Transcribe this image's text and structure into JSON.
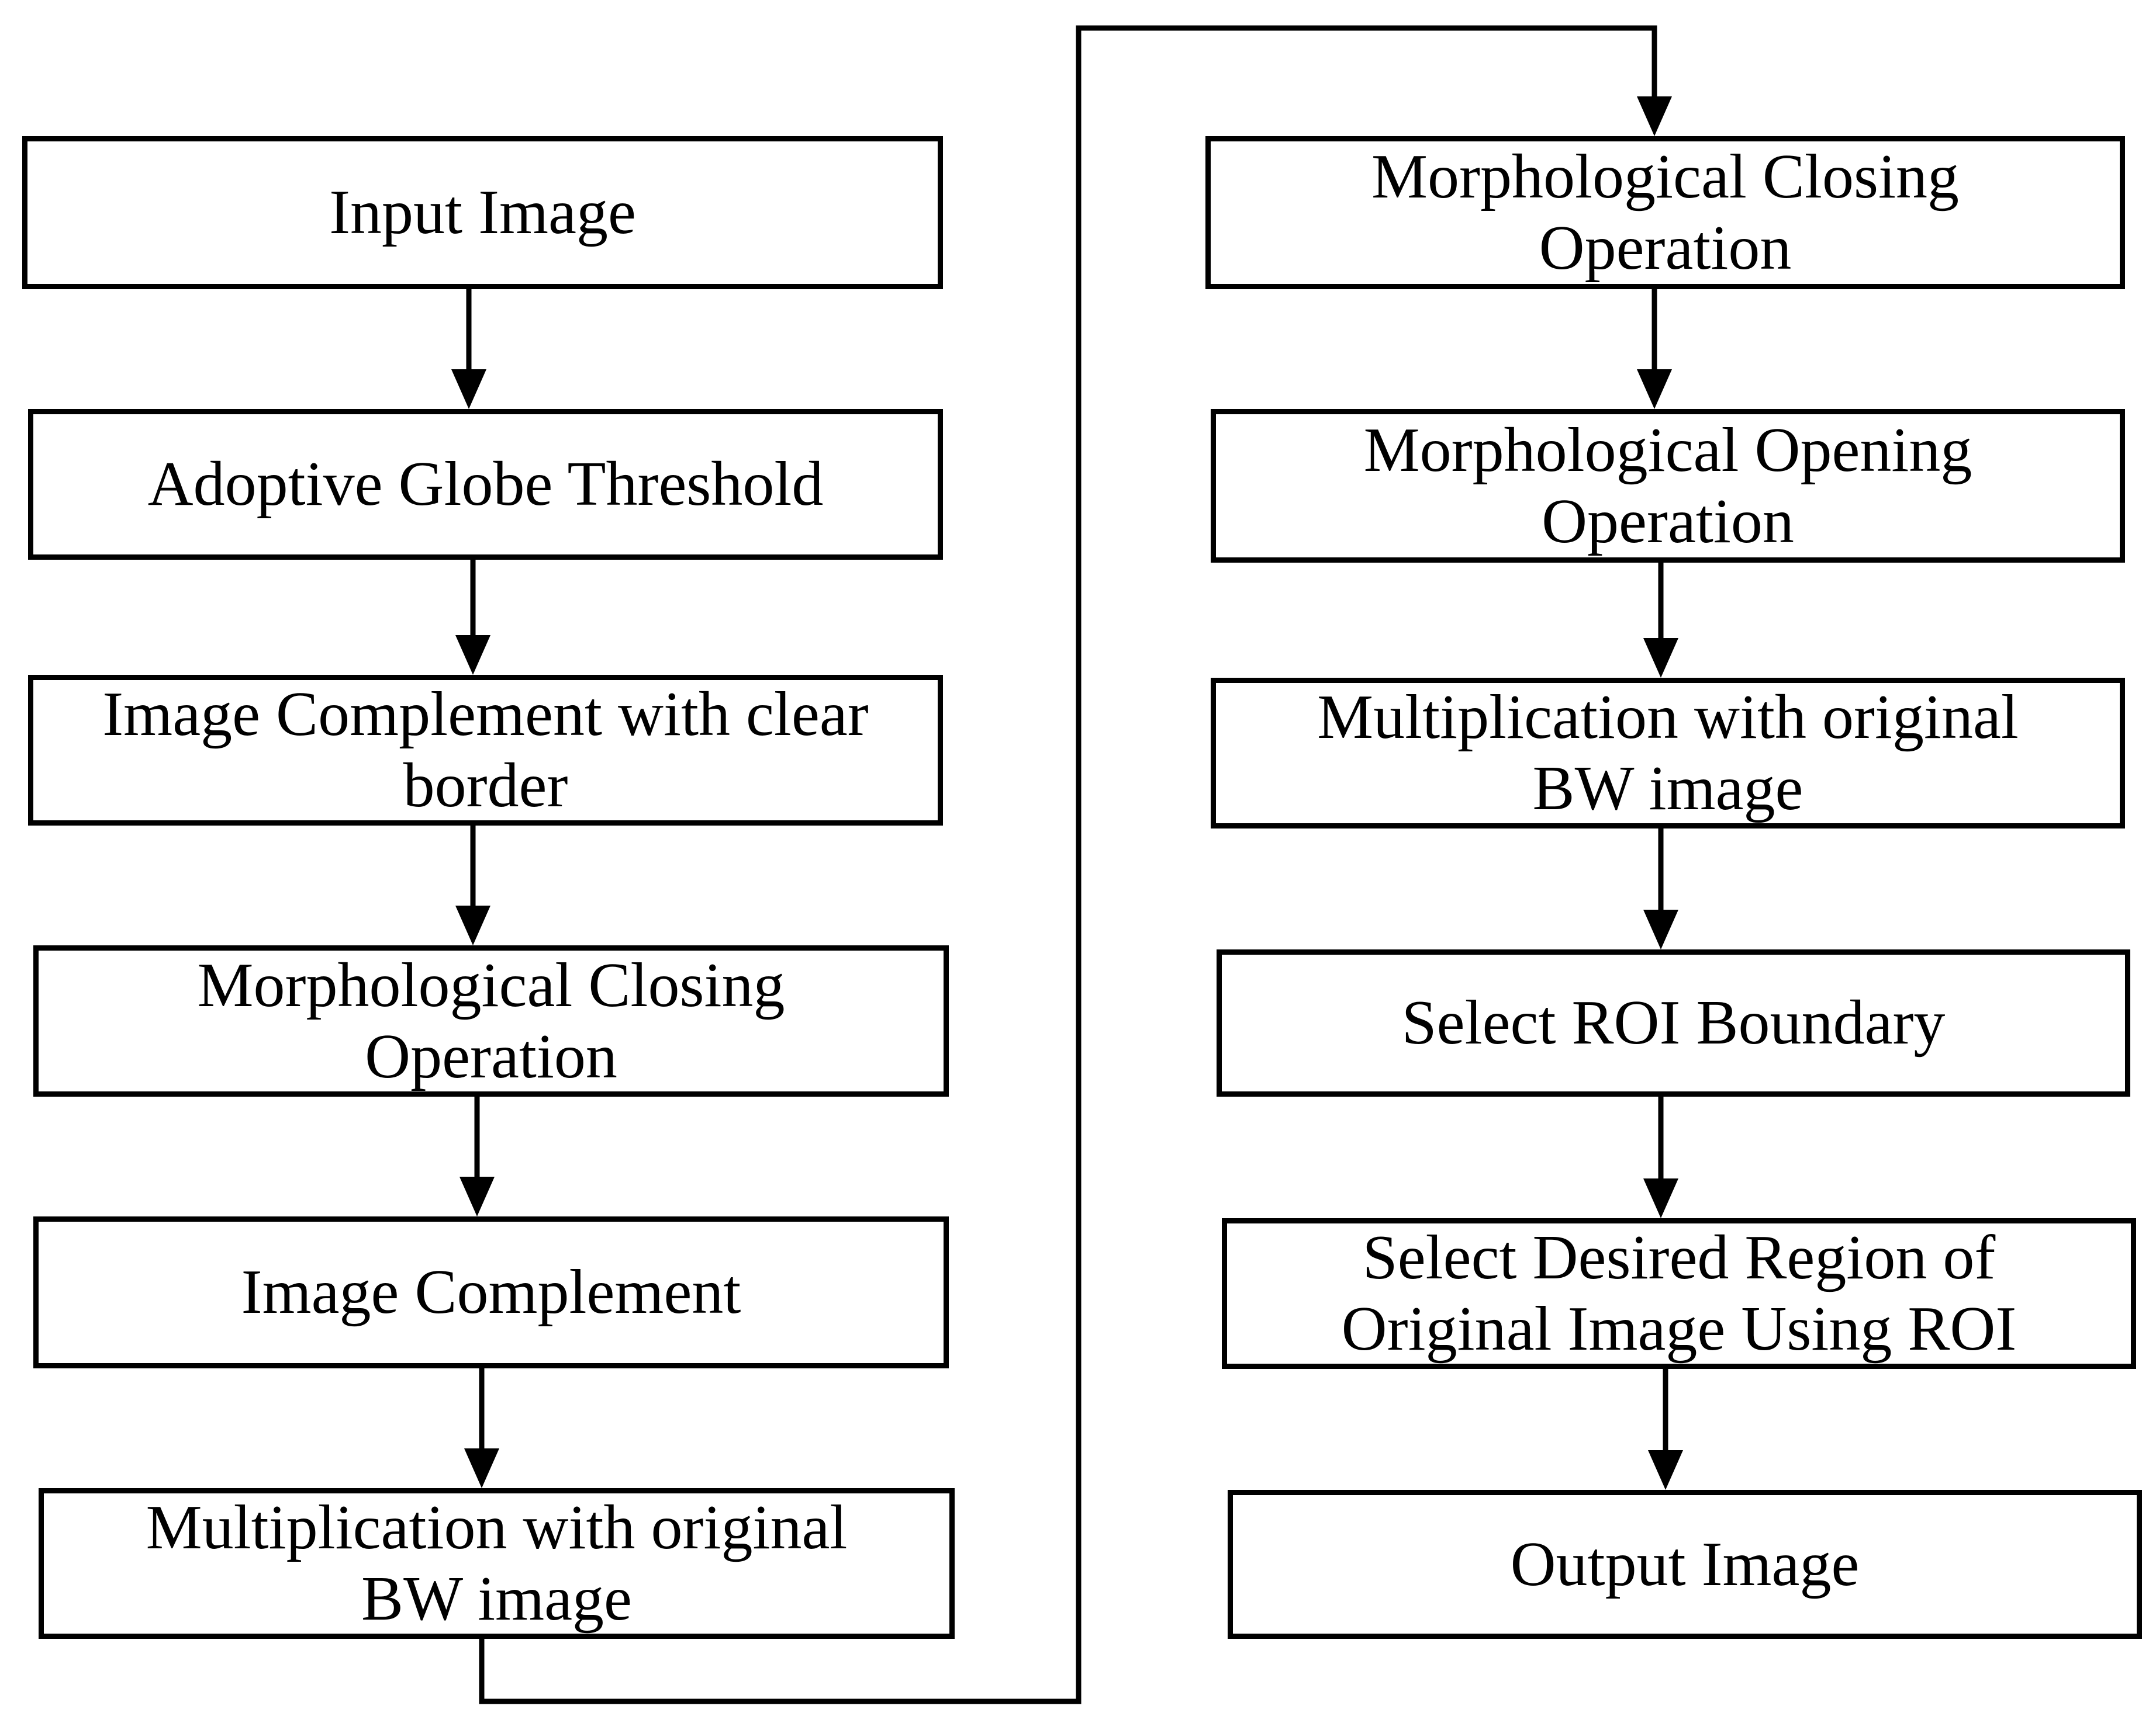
{
  "flowchart": {
    "left_column": [
      {
        "label": "Input Image"
      },
      {
        "label": "Adoptive Globe Threshold"
      },
      {
        "label": "Image Complement with clear\nborder"
      },
      {
        "label": "Morphological Closing\nOperation"
      },
      {
        "label": "Image Complement"
      },
      {
        "label": "Multiplication with original\nBW image"
      }
    ],
    "right_column": [
      {
        "label": "Morphological Closing\nOperation"
      },
      {
        "label": "Morphological Opening\nOperation"
      },
      {
        "label": "Multiplication with original\nBW image"
      },
      {
        "label": "Select ROI Boundary"
      },
      {
        "label": "Select Desired Region of\nOriginal Image Using ROI"
      },
      {
        "label": "Output Image"
      }
    ]
  }
}
